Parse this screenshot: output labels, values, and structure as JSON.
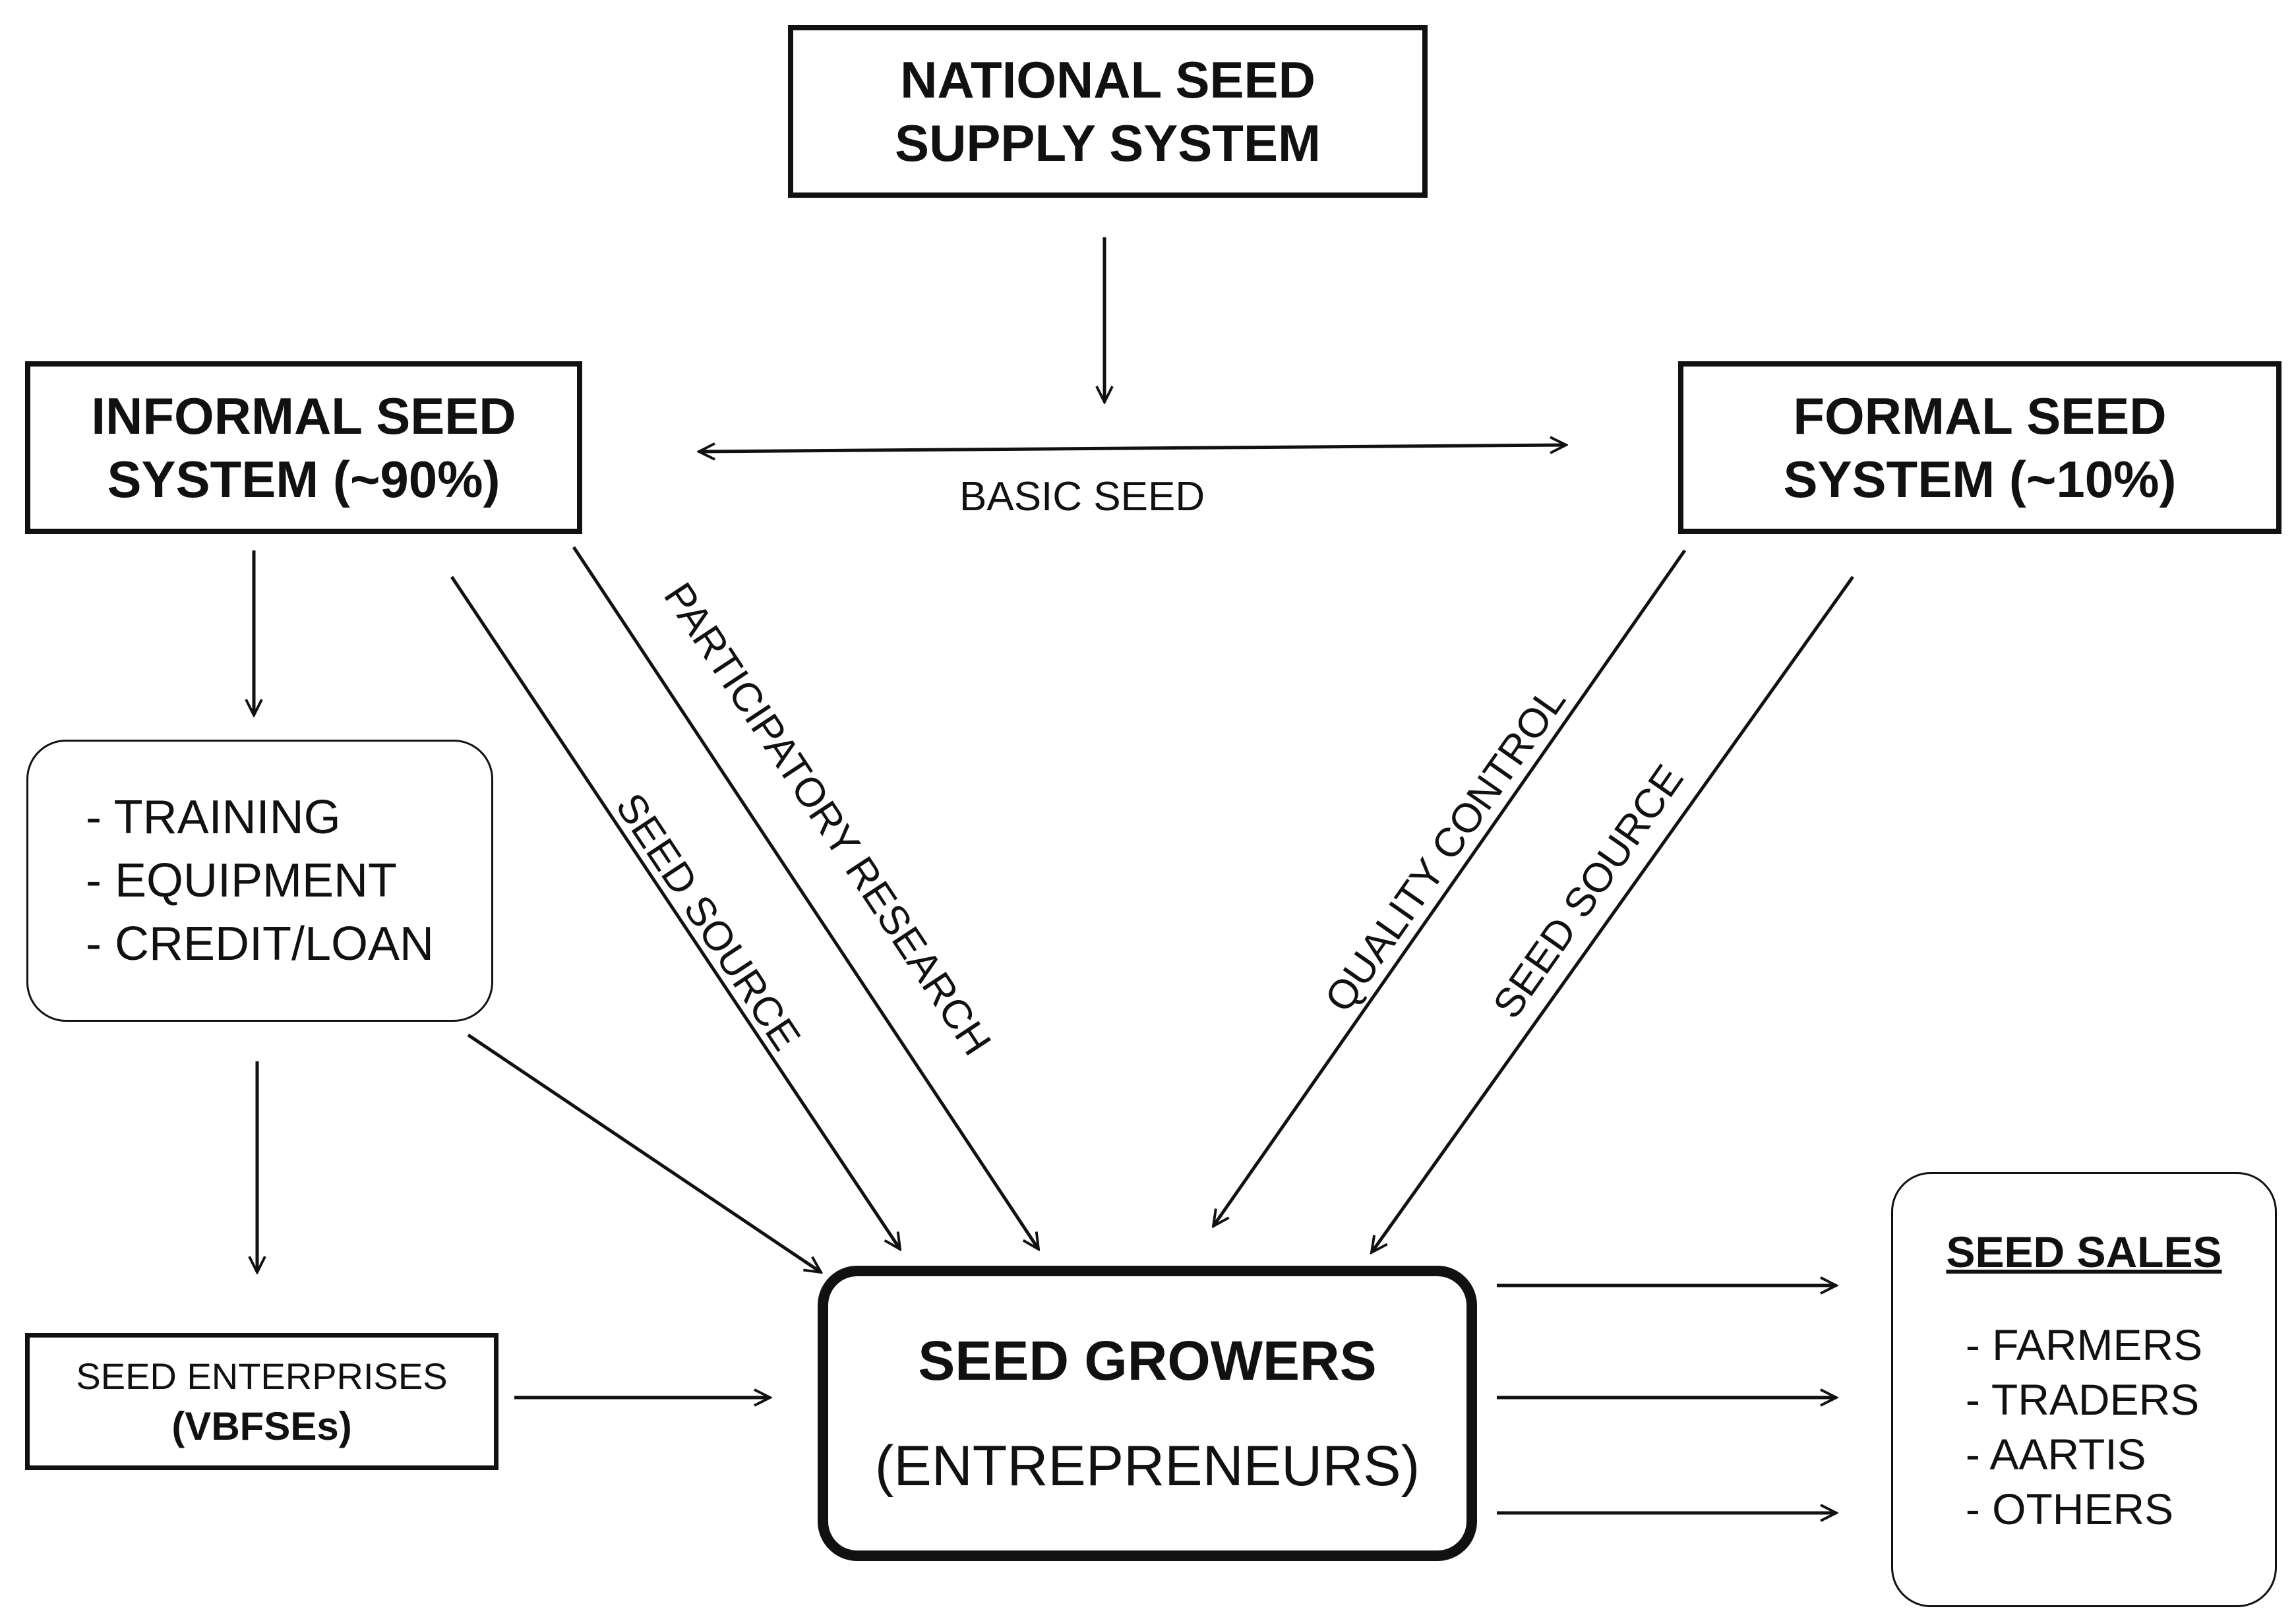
{
  "nodes": {
    "national": {
      "line1": "NATIONAL SEED",
      "line2": "SUPPLY SYSTEM"
    },
    "informal": {
      "line1": "INFORMAL SEED",
      "line2": "SYSTEM (~90%)"
    },
    "formal": {
      "line1": "FORMAL SEED",
      "line2": "SYSTEM (~10%)"
    },
    "support": {
      "items": [
        "- TRAINING",
        "- EQUIPMENT",
        "- CREDIT/LOAN"
      ]
    },
    "enterprises": {
      "line1": "SEED ENTERPRISES",
      "line2": "(VBFSEs)"
    },
    "growers": {
      "line1": "SEED GROWERS",
      "line2": "(ENTREPRENEURS)"
    },
    "sales": {
      "title": "SEED SALES",
      "items": [
        "- FARMERS",
        "- TRADERS",
        "- AARTIS",
        "- OTHERS"
      ]
    }
  },
  "edges": {
    "basic_seed": "BASIC SEED",
    "informal_seed_source": "SEED SOURCE",
    "participatory_research": "PARTICIPATORY RESEARCH",
    "quality_control": "QUALITY CONTROL",
    "formal_seed_source": "SEED SOURCE"
  }
}
